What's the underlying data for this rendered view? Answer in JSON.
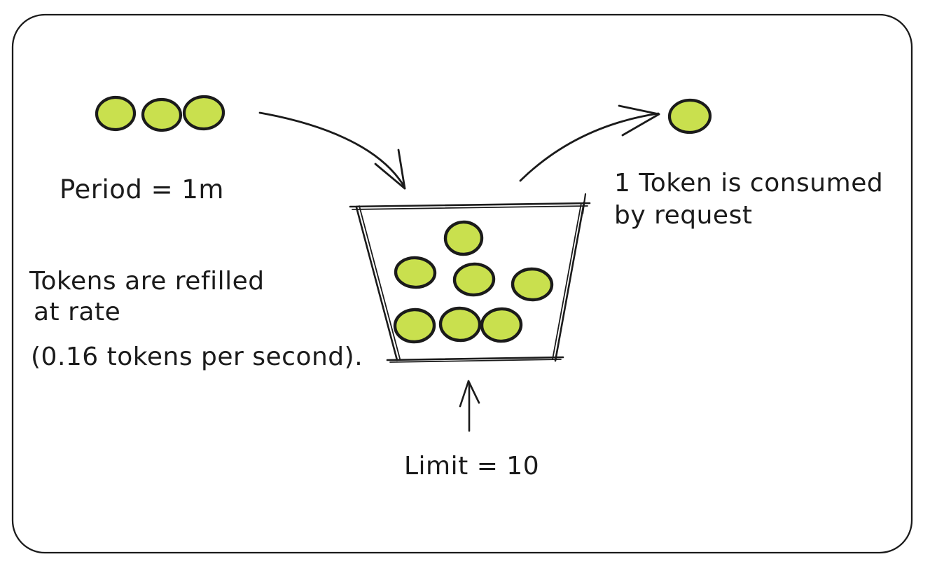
{
  "diagram": {
    "type": "token-bucket-rate-limiter",
    "colors": {
      "background": "#ffffff",
      "stroke": "#1b1b1b",
      "token_fill": "#c9e04e"
    },
    "incoming": {
      "token_count": 3,
      "period_label": "Period = 1m",
      "period_value": "1m"
    },
    "refill": {
      "line1": "Tokens are refilled",
      "line2": "at rate",
      "line3": "(0.16 tokens per second).",
      "rate_tokens_per_second": 0.16
    },
    "bucket": {
      "token_count": 7,
      "limit": 10,
      "limit_label": "Limit = 10"
    },
    "outflow": {
      "token_count": 1,
      "line1": "1 Token is consumed",
      "line2": "by request"
    }
  }
}
